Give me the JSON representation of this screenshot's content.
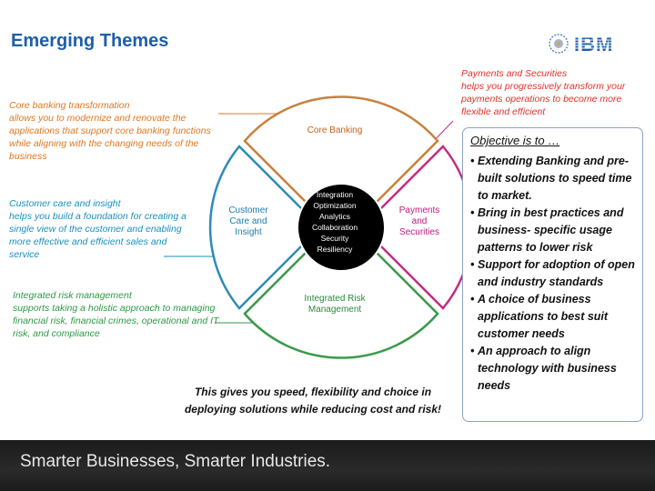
{
  "title": "Emerging Themes",
  "logo": {
    "text": "IBM",
    "color": "#1f5fa8"
  },
  "notes": {
    "core": "Core banking transformation\nallows you to modernize and renovate the applications that support core banking functions while aligning with the changing needs of the business",
    "customer": "Customer care and insight\n helps you build a foundation for creating a single view of the customer and enabling more effective and efficient sales and service",
    "risk": "Integrated risk management\n supports taking a holistic approach to managing financial risk, financial crimes, operational and IT risk, and compliance",
    "payments": "Payments and Securities\nhelps you progressively transform your payments operations to become more flexible and efficient"
  },
  "segments": {
    "core": "Core Banking",
    "customer": "Customer\nCare and\nInsight",
    "payments": "Payments\nand\nSecurities",
    "risk": "Integrated Risk\nManagement"
  },
  "segment_colors": {
    "core": "#c8813f",
    "customer": "#2e8bb5",
    "payments": "#c02c84",
    "risk": "#3a9a4a"
  },
  "center": "Integration\nOptimization\nAnalytics\nCollaboration\nSecurity\nResiliency",
  "objective": {
    "heading": "Objective is to …",
    "items": [
      "Extending Banking and pre-built solutions to speed time to market.",
      "Bring in best practices and business- specific usage patterns to lower risk",
      "Support for adoption of open and industry standards",
      "A choice of business applications to best suit customer needs",
      "An approach to align technology with business needs"
    ]
  },
  "summary": "This gives you speed, flexibility and choice in\ndeploying solutions while reducing cost and risk!",
  "footer": "Smarter Businesses, Smarter Industries."
}
